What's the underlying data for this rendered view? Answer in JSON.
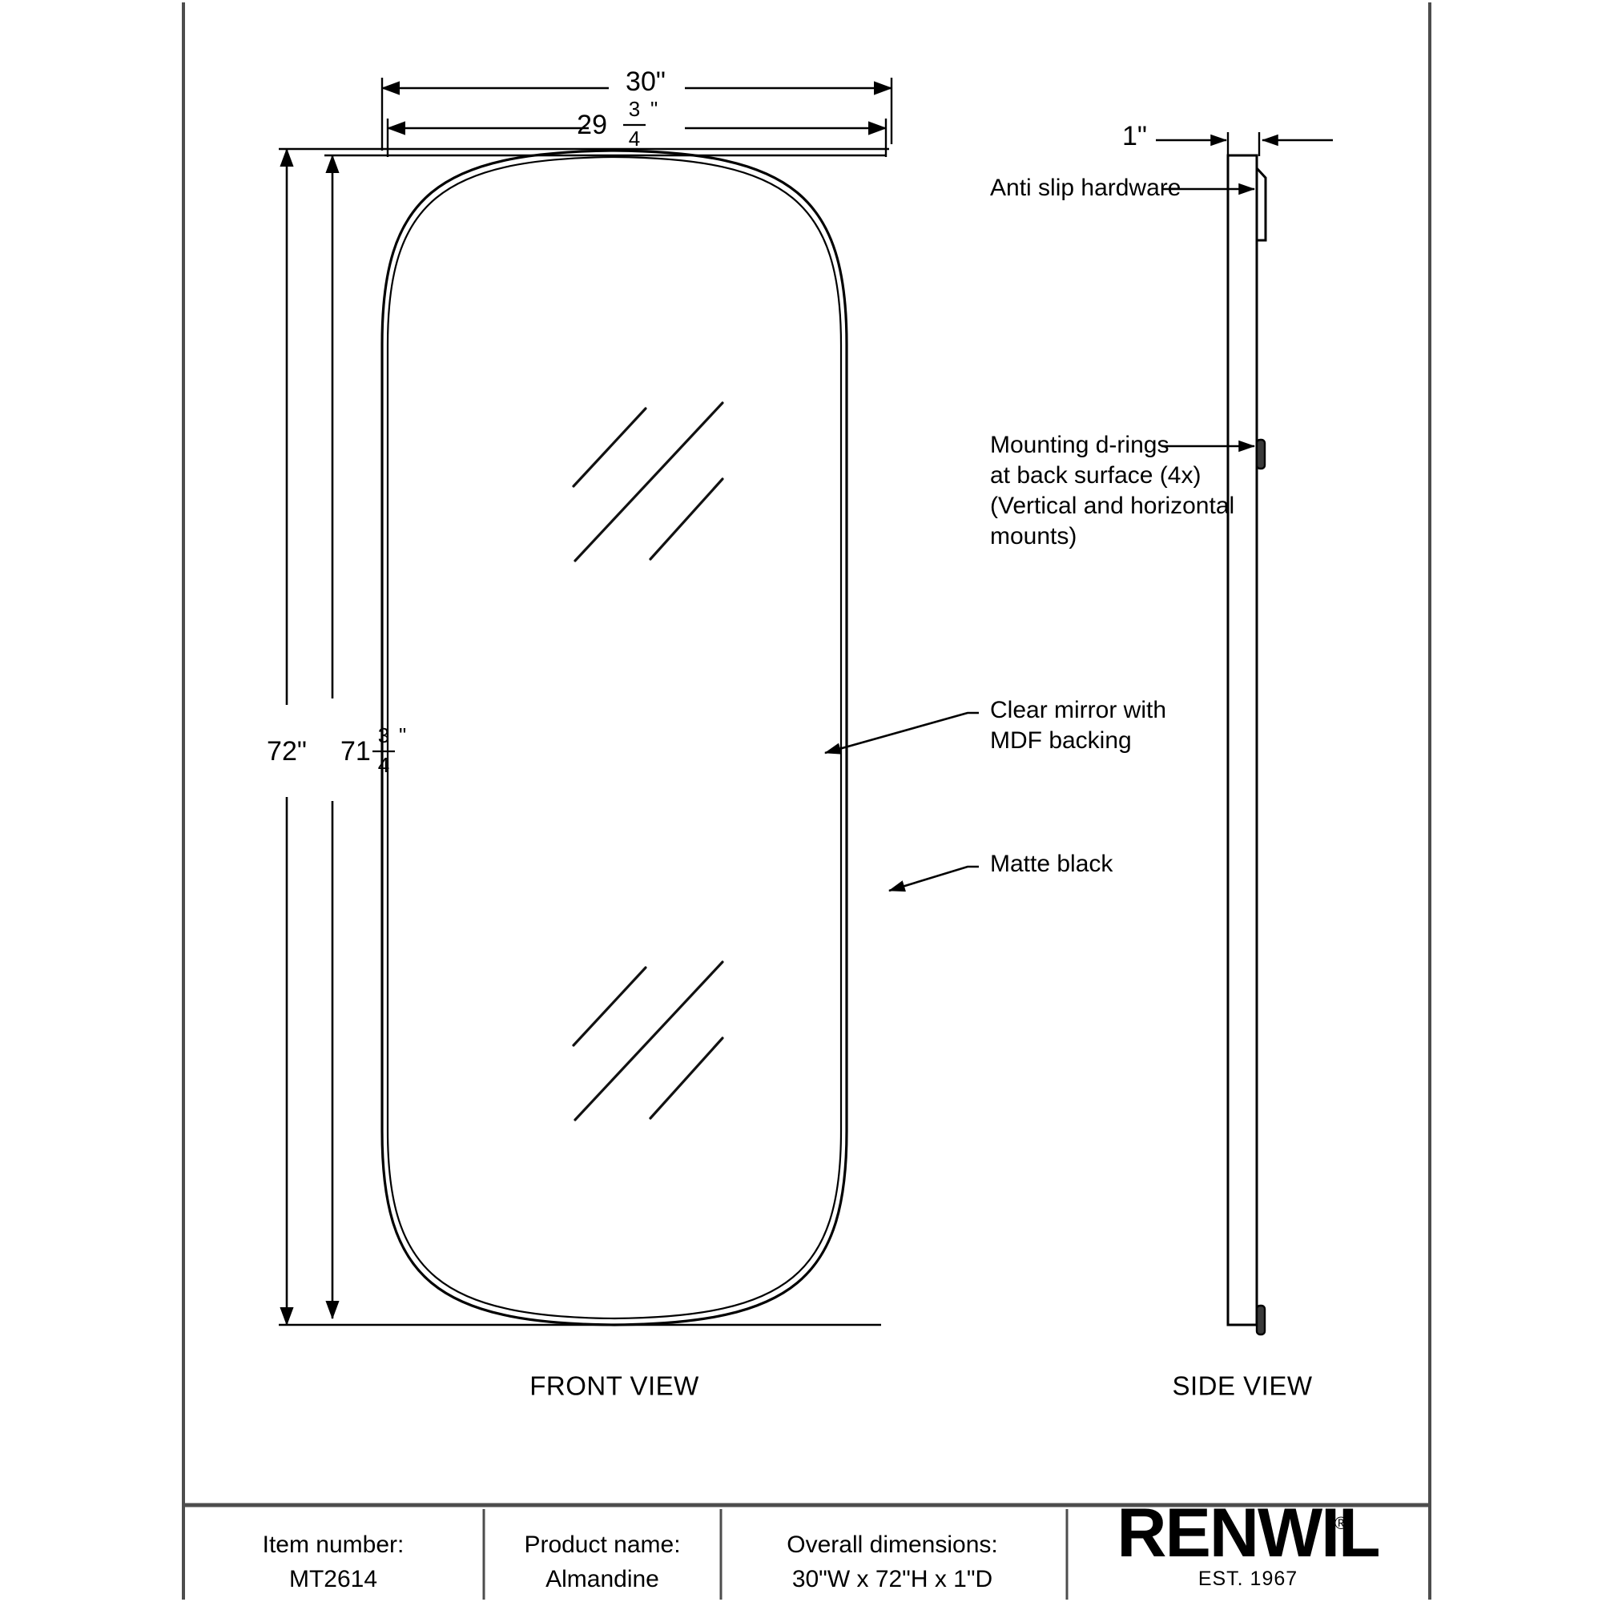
{
  "sheet": {
    "background_color": "#ffffff",
    "line_color": "#000000",
    "border_color": "#4d4d4d"
  },
  "dimensions": {
    "front_width_outer": "30\"",
    "front_width_inner_whole": "29",
    "front_width_inner_num": "3",
    "front_width_inner_den": "4",
    "front_width_inner_unit": "\"",
    "front_height_outer": "72\"",
    "front_height_inner_whole": "71",
    "front_height_inner_num": "3",
    "front_height_inner_den": "4",
    "front_height_inner_unit": "\"",
    "side_depth": "1\""
  },
  "callouts": [
    {
      "id": "anti-slip",
      "lines": [
        "Anti slip hardware"
      ]
    },
    {
      "id": "mounting-d-rings",
      "lines": [
        "Mounting d-rings",
        "at back surface (4x)",
        "(Vertical and horizontal",
        "mounts)"
      ]
    },
    {
      "id": "clear-mirror",
      "lines": [
        "Clear mirror with",
        "MDF backing"
      ]
    },
    {
      "id": "matte-black",
      "lines": [
        "Matte black"
      ]
    }
  ],
  "views": {
    "front_label": "FRONT VIEW",
    "side_label": "SIDE VIEW"
  },
  "title_block": {
    "item_number_label": "Item number:",
    "item_number_value": "MT2614",
    "product_name_label": "Product name:",
    "product_name_value": "Almandine",
    "overall_dimensions_label": "Overall dimensions:",
    "overall_dimensions_value": "30\"W x 72\"H x 1\"D",
    "brand_name": "RENWIL",
    "brand_registered": "®",
    "brand_established": "EST. 1967"
  }
}
